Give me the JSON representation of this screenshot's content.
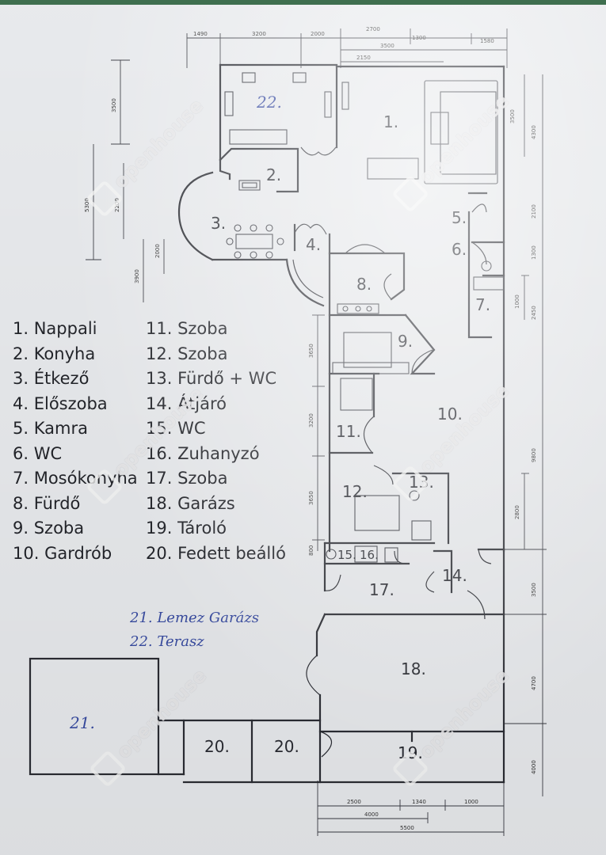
{
  "legend_left": [
    "1. Nappali",
    "2. Konyha",
    "3. Étkező",
    "4. Előszoba",
    "5. Kamra",
    "6. WC",
    "7. Mosókonyha",
    "8. Fürdő",
    "9. Szoba",
    "10. Gardrób"
  ],
  "legend_right": [
    "11. Szoba",
    "12. Szoba",
    "13. Fürdő + WC",
    "14. Átjáró",
    "15. WC",
    "16. Zuhanyzó",
    "17. Szoba",
    "18. Garázs",
    "19. Tároló",
    "20. Fedett beálló"
  ],
  "legend_handwritten": [
    "21. Lemez Garázs",
    "22. Terasz"
  ],
  "room_labels": {
    "r1": "1.",
    "r2": "2.",
    "r3": "3.",
    "r4": "4.",
    "r5": "5.",
    "r6": "6.",
    "r7": "7.",
    "r8": "8.",
    "r9": "9.",
    "r10": "10.",
    "r11": "11.",
    "r12": "12.",
    "r13": "13.",
    "r14": "14.",
    "r15": "15.",
    "r16": "16.",
    "r17": "17.",
    "r18": "18.",
    "r19": "19.",
    "r20a": "20.",
    "r20b": "20.",
    "r21": "21.",
    "r22": "22."
  },
  "dimensions": {
    "top": [
      "1490",
      "3200",
      "2000",
      "2700",
      "3500",
      "1300",
      "2150",
      "1580"
    ],
    "right": [
      "3500",
      "4300",
      "2100",
      "1300",
      "1000",
      "2450",
      "9800",
      "2800",
      "3500",
      "4700",
      "4000"
    ],
    "left": [
      "3500",
      "5300",
      "2200",
      "2000",
      "3900",
      "3650",
      "3200",
      "3650",
      "800"
    ],
    "bottom": [
      "2500",
      "1340",
      "1000",
      "4000",
      "5500"
    ]
  },
  "watermark": "openhouse",
  "colors": {
    "ink": "#2c2e35",
    "paper": "#f1f3f6",
    "handwriting": "#3b4fa8",
    "background": "#3f6f4f"
  }
}
